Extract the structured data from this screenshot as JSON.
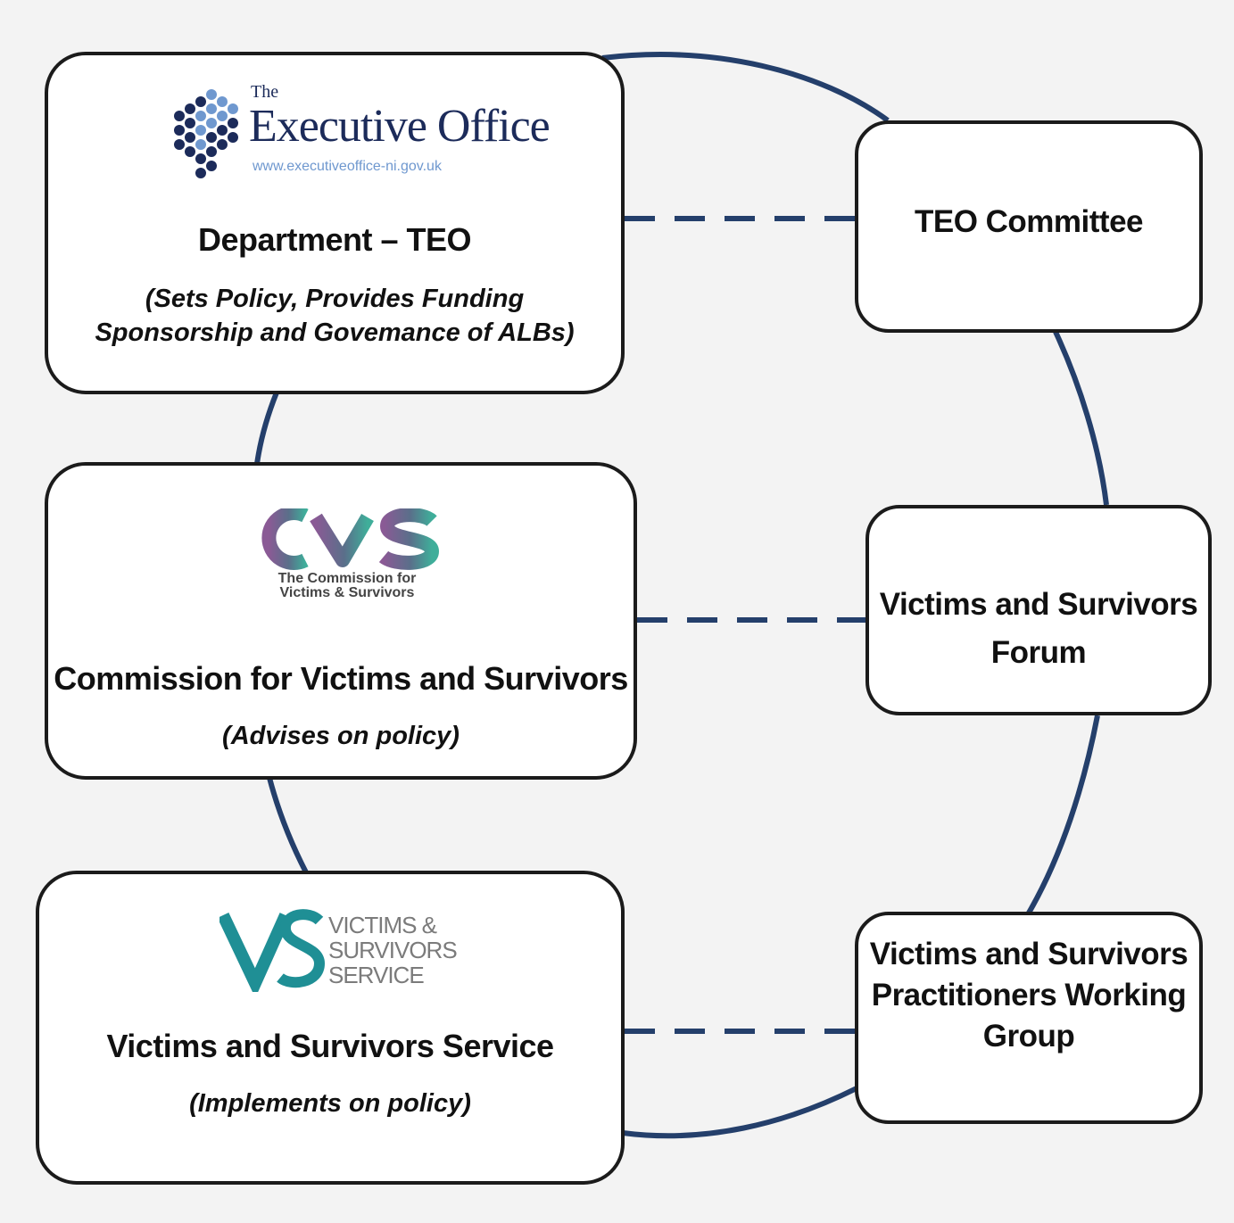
{
  "colors": {
    "connector": "#243f6b",
    "border": "#1b1b1b",
    "box_fill": "#ffffff",
    "background": "#f3f3f3"
  },
  "teo": {
    "logo_the": "The",
    "logo_name": "Executive Office",
    "logo_url": "www.executiveoffice-ni.gov.uk",
    "title": "Department – TEO",
    "subtitle_line1": "(Sets Policy, Provides Funding",
    "subtitle_line2": "Sponsorship and Govemance of ALBs)"
  },
  "cvs": {
    "logo_mark": "CVS",
    "logo_line1": "The Commission for",
    "logo_line2": "Victims & Survivors",
    "title": "Commission for Victims and Survivors",
    "subtitle": "(Advises on policy)"
  },
  "vss": {
    "logo_mark": "VS",
    "logo_line1": "VICTIMS &",
    "logo_line2": "SURVIVORS",
    "logo_line3": "SERVICE",
    "title": "Victims and Survivors Service",
    "subtitle": "(Implements on policy)"
  },
  "committee": {
    "title": "TEO Committee"
  },
  "forum": {
    "line1": "Victims and Survivors",
    "line2": "Forum"
  },
  "pwg": {
    "line1": "Victims and Survivors",
    "line2": "Practitioners Working",
    "line3": "Group"
  }
}
